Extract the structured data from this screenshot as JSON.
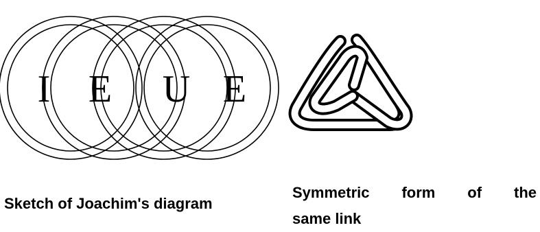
{
  "diagram": {
    "ring_letters": [
      "I",
      "E",
      "U",
      "E"
    ],
    "stroke_color": "#000000",
    "background": "#ffffff"
  },
  "captions": {
    "left": "Sketch of Joachim's diagram",
    "right_line1": "Symmetric form of the",
    "right_line2": "same link"
  }
}
